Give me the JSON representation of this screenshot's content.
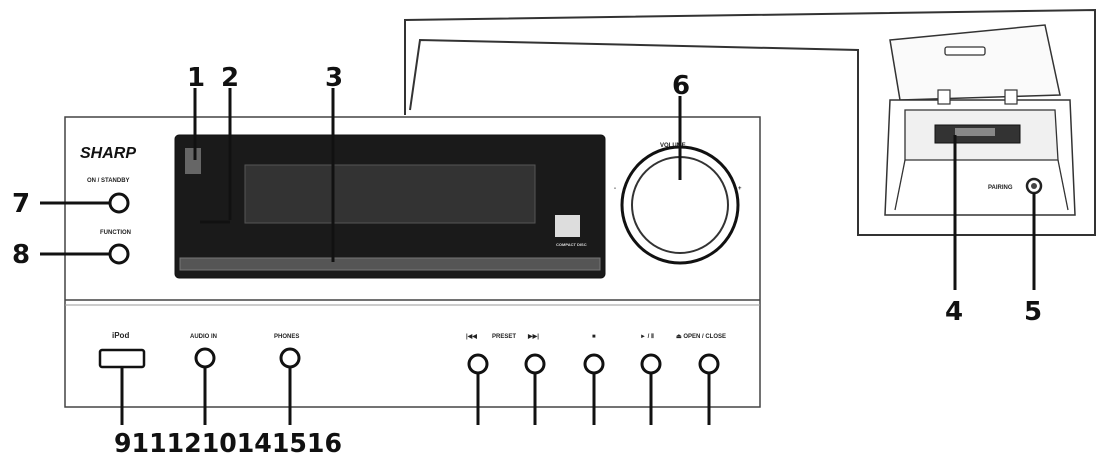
{
  "brand": "SHARP",
  "labels": {
    "on_standby": "ON / STANDBY",
    "function": "FUNCTION",
    "volume": "VOLUME",
    "ipod": "iPod",
    "audio_in": "AUDIO IN",
    "phones": "PHONES",
    "preset": "PRESET",
    "open_close": "⏏ OPEN / CLOSE",
    "play_pause": "► / Ⅱ",
    "pairing": "PAIRING",
    "disc": "COMPACT DISC"
  },
  "callouts": {
    "n1": "1",
    "n2": "2",
    "n3": "3",
    "n4": "4",
    "n5": "5",
    "n6": "6",
    "n7": "7",
    "n8": "8",
    "bottom_row": "9111210141516"
  }
}
